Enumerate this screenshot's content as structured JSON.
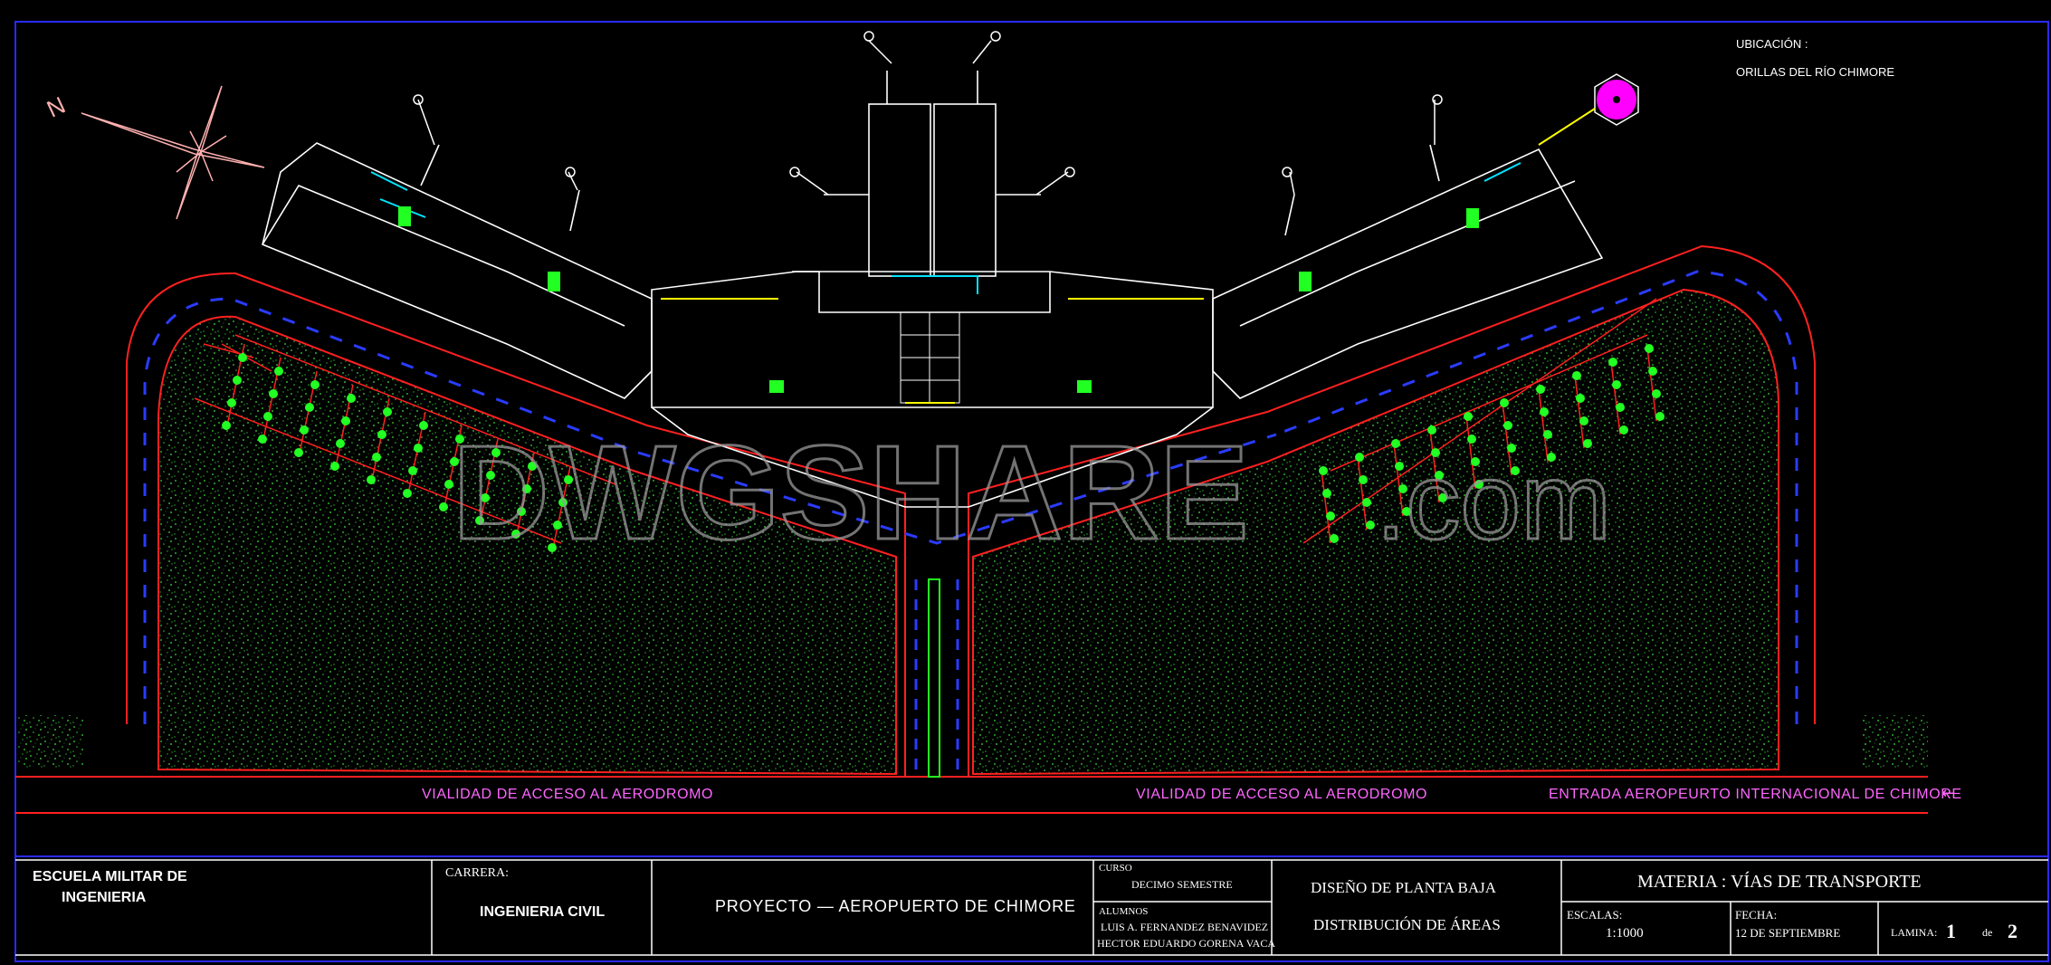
{
  "location": {
    "label": "UBICACIÓN :",
    "value": "ORILLAS DEL RÍO CHIMORE"
  },
  "north_label": "N",
  "roads": {
    "access_left": "VIALIDAD DE ACCESO AL AERODROMO",
    "access_right": "VIALIDAD DE ACCESO AL AERODROMO",
    "entrance": "ENTRADA AEROPEURTO INTERNACIONAL DE CHIMORE",
    "entrance_arrow": "←"
  },
  "watermark": {
    "main": "DWGSHARE",
    "suffix": ".com"
  },
  "title_block": {
    "school_line1": "ESCUELA MILITAR DE",
    "school_line2": "INGENIERIA",
    "career_label": "CARRERA:",
    "career_value": "INGENIERIA CIVIL",
    "project": "PROYECTO — AEROPUERTO DE CHIMORE",
    "course_label": "CURSO",
    "course_value": "DECIMO SEMESTRE",
    "students_label": "ALUMNOS",
    "student1": "LUIS A. FERNANDEZ BENAVIDEZ",
    "student2": "HECTOR EDUARDO GORENA VACA",
    "design_line1": "DISEÑO DE PLANTA BAJA",
    "design_line2": "DISTRIBUCIÓN DE ÁREAS",
    "subject": "MATERIA :  VÍAS DE TRANSPORTE",
    "scale_label": "ESCALAS:",
    "scale_value": "1:1000",
    "date_label": "FECHA:",
    "date_value": "12 DE SEPTIEMBRE",
    "sheet_label": "LAMINA:",
    "sheet_number": "1",
    "sheet_of": "de",
    "sheet_total": "2"
  },
  "colors": {
    "background": "#000000",
    "frame": "#2a2aff",
    "building": "#ffffff",
    "road_edge": "#ff2020",
    "lane_dash": "#2a3cff",
    "greenery": "#3cff3c",
    "trees": "#22ff22",
    "label_magenta": "#ff66ff",
    "fountain": "#ff00ff",
    "cyan": "#00e5ff",
    "yellow": "#ffff00",
    "compass": "#ffb0b0"
  }
}
